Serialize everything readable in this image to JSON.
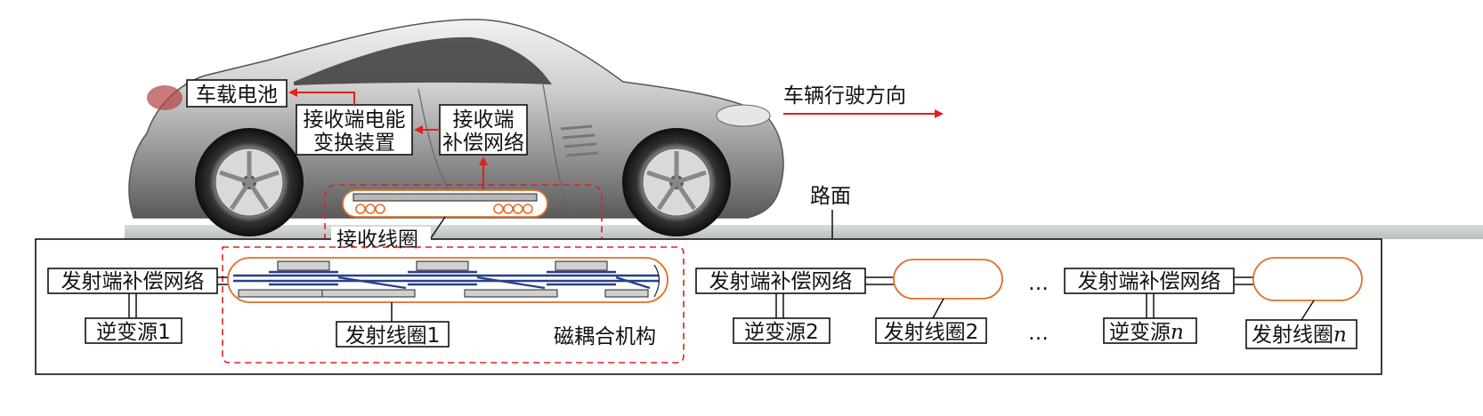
{
  "labels": {
    "battery": "车载电池",
    "receiver_converter_line1": "接收端电能",
    "receiver_converter_line2": "变换装置",
    "receiver_comp_line1": "接收端",
    "receiver_comp_line2": "补偿网络",
    "direction": "车辆行驶方向",
    "road": "路面",
    "receiver_coil": "接收线圈",
    "tx_comp_1": "发射端补偿网络",
    "tx_comp_2": "发射端补偿网络",
    "tx_comp_n": "发射端补偿网络",
    "inverter_1": "逆变源1",
    "inverter_2": "逆变源2",
    "inverter_n_prefix": "逆变源",
    "inverter_n_suffix": "n",
    "tx_coil_1": "发射线圈1",
    "tx_coil_2": "发射线圈2",
    "tx_coil_n_prefix": "发射线圈",
    "tx_coil_n_suffix": "n",
    "magnetic_mechanism": "磁耦合机构",
    "ellipsis_top": "…",
    "ellipsis_bottom": "…"
  },
  "colors": {
    "arrow": "#e02020",
    "coil": "#e0702a",
    "pad_blue": "#27408b",
    "car_body": "#c8c8c8"
  }
}
